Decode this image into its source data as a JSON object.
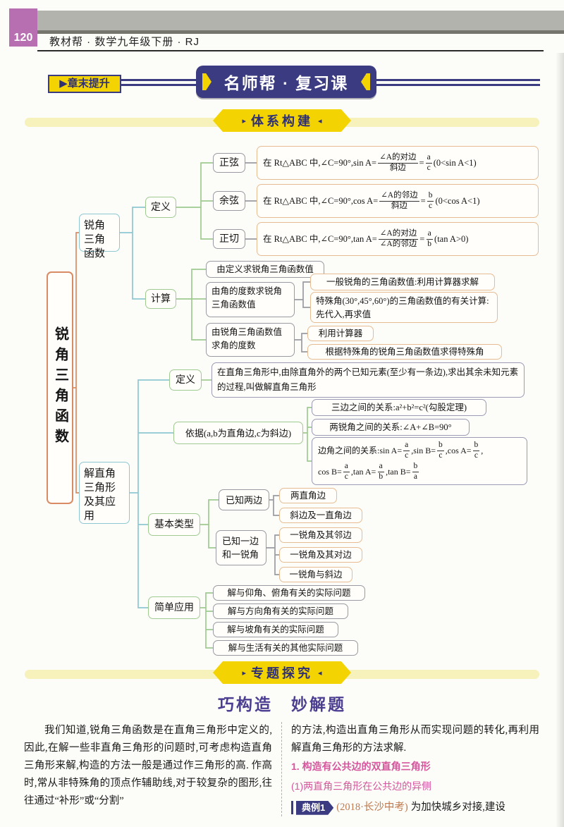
{
  "page": {
    "number": "120",
    "header_title": "教材帮 · 数学九年级下册 · RJ"
  },
  "top_banner": {
    "chapter_tab": "▶章末提升",
    "main_title": "名师帮 · 复习课"
  },
  "sections": {
    "s1": "体系构建",
    "s2": "专题探究",
    "arrow_left": "▸",
    "arrow_right": "◂"
  },
  "mindmap": {
    "root": "锐角三角函数",
    "branch1": {
      "label": "锐角三角函数",
      "def": {
        "label": "定义",
        "sin": {
          "label": "正弦",
          "pre": "在 Rt△ABC 中,∠C=90°,sin A=",
          "num1": "∠A的对边",
          "den1": "斜边",
          "eq": "=",
          "num2": "a",
          "den2": "c",
          "post": "(0<sin A<1)"
        },
        "cos": {
          "label": "余弦",
          "pre": "在 Rt△ABC 中,∠C=90°,cos A=",
          "num1": "∠A的邻边",
          "den1": "斜边",
          "eq": "=",
          "num2": "b",
          "den2": "c",
          "post": "(0<cos A<1)"
        },
        "tan": {
          "label": "正切",
          "pre": "在 Rt△ABC 中,∠C=90°,tan A=",
          "num1": "∠A的对边",
          "den1": "∠A的邻边",
          "eq": "=",
          "num2": "a",
          "den2": "b",
          "post": "(tan A>0)"
        }
      },
      "calc": {
        "label": "计算",
        "c1": "由定义求锐角三角函数值",
        "c2": "由角的度数求锐角三角函数值",
        "c2a": "一般锐角的三角函数值:利用计算器求解",
        "c2b": "特殊角(30°,45°,60°)的三角函数值的有关计算:先代入,再求值",
        "c3": "由锐角三角函数值求角的度数",
        "c3a": "利用计算器",
        "c3b": "根据特殊角的锐角三角函数值求得特殊角"
      }
    },
    "branch2": {
      "label": "解直角三角形及其应用",
      "def": {
        "label": "定义",
        "text": "在直角三角形中,由除直角外的两个已知元素(至少有一条边),求出其余未知元素的过程,叫做解直角三角形"
      },
      "basis": {
        "label": "依据(a,b为直角边,c为斜边)",
        "r1": "三边之间的关系:a²+b²=c²(勾股定理)",
        "r2": "两锐角之间的关系:∠A+∠B=90°",
        "r3": {
          "t1": "边角之间的关系:sin A=",
          "f1n": "a",
          "f1d": "c",
          "t2": ",sin B=",
          "f2n": "b",
          "f2d": "c",
          "t3": ",cos A=",
          "f3n": "b",
          "f3d": "c",
          "t4": ",",
          "t5": "cos B=",
          "f5n": "a",
          "f5d": "c",
          "t6": ",tan A=",
          "f6n": "a",
          "f6d": "b",
          "t7": ",tan B=",
          "f7n": "b",
          "f7d": "a"
        }
      },
      "types": {
        "label": "基本类型",
        "k1": {
          "label": "已知两边",
          "o1": "两直角边",
          "o2": "斜边及一直角边"
        },
        "k2": {
          "label": "已知一边和一锐角",
          "o1": "一锐角及其邻边",
          "o2": "一锐角及其对边",
          "o3": "一锐角与斜边"
        }
      },
      "apps": {
        "label": "简单应用",
        "a1": "解与仰角、俯角有关的实际问题",
        "a2": "解与方向角有关的实际问题",
        "a3": "解与坡角有关的实际问题",
        "a4": "解与生活有关的其他实际问题"
      }
    }
  },
  "topic": {
    "heading": "巧构造　妙解题",
    "left_para": "我们知道,锐角三角函数是在直角三角形中定义的,因此,在解一些非直角三角形的问题时,可考虑构造直角三角形来解,构造的方法一般是通过作三角形的高. 作高时,常从非特殊角的顶点作辅助线,对于较复杂的图形,往往通过“补形”或“分割”",
    "right_para": "的方法,构造出直角三角形从而实现问题的转化,再利用解直角三角形的方法求解.",
    "point1": "1. 构造有公共边的双直角三角形",
    "point1_sub": "(1)两直角三角形在公共边的异侧",
    "example": {
      "badge": "典例1",
      "source": "(2018·长沙中考)",
      "text": "为加快城乡对接,建设"
    }
  },
  "colors": {
    "navy": "#3b3b82",
    "banner_yellow": "#f3d402",
    "page_tab_purple": "#b76fb2",
    "heading_purple": "#4b3e91",
    "point_pink": "#d5569d",
    "cite_orange": "#c07a50",
    "map_root_border": "#d98b64",
    "map_cyan": "#8ec7d2",
    "map_green": "#9fca90",
    "map_gray": "#9a9aa2",
    "map_peach": "#e7bc92",
    "map_violet": "#9b9bb5",
    "band_cream": "#f7f2bb"
  }
}
